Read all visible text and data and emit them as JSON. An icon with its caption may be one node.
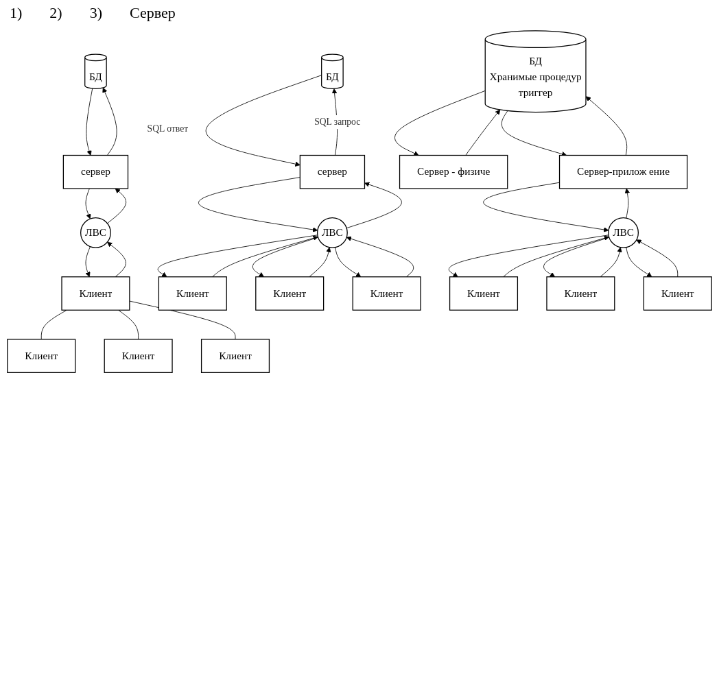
{
  "diagram": {
    "nodes": [
      {
        "text": [
          "БД"
        ]
      },
      {
        "text": [
          "сервер"
        ]
      },
      {
        "text": [
          "ЛВС"
        ]
      },
      {
        "text": [
          "Клиент"
        ]
      },
      {
        "text": [
          "Клиент"
        ]
      },
      {
        "text": [
          "Клиент"
        ]
      },
      {
        "text": [
          "Клиент"
        ]
      },
      {
        "text": [
          "БД"
        ]
      },
      {
        "text": [
          "сервер"
        ]
      },
      {
        "text": [
          "ЛВС"
        ]
      },
      {
        "text": [
          "Клиент"
        ]
      },
      {
        "text": [
          "Клиент"
        ]
      },
      {
        "text": [
          "Клиент"
        ]
      },
      {
        "text": [
          "БД",
          "Хранимые процедур",
          "триггер"
        ]
      },
      {
        "text": [
          "Сервер - физиче"
        ]
      },
      {
        "text": [
          "Сервер-прилож ение"
        ]
      },
      {
        "text": [
          "ЛВС"
        ]
      },
      {
        "text": [
          "Клиент"
        ]
      },
      {
        "text": [
          "Клиент"
        ]
      },
      {
        "text": [
          "Клиент"
        ]
      }
    ],
    "edges": [
      {
        "from": 0,
        "to": 1,
        "arrow": "to"
      },
      {
        "from": 1,
        "to": 0,
        "arrow": "to"
      },
      {
        "from": 1,
        "to": 2,
        "arrow": "to"
      },
      {
        "from": 2,
        "to": 1,
        "arrow": "to"
      },
      {
        "from": 3,
        "to": 2,
        "arrow": "to"
      },
      {
        "from": 2,
        "to": 3,
        "arrow": "to"
      },
      {
        "from": 3,
        "to": 4,
        "arrow": "none"
      },
      {
        "from": 3,
        "to": 5,
        "arrow": "none"
      },
      {
        "from": 3,
        "to": 6,
        "arrow": "none"
      },
      {
        "from": 8,
        "to": 7,
        "arrow": "to",
        "label": "SQL запрос"
      },
      {
        "from": 7,
        "to": 8,
        "arrow": "to",
        "label": "SQL ответ"
      },
      {
        "from": 8,
        "to": 9,
        "arrow": "to"
      },
      {
        "from": 9,
        "to": 8,
        "arrow": "to"
      },
      {
        "from": 10,
        "to": 9,
        "arrow": "to"
      },
      {
        "from": 9,
        "to": 10,
        "arrow": "to"
      },
      {
        "from": 11,
        "to": 9,
        "arrow": "to"
      },
      {
        "from": 9,
        "to": 11,
        "arrow": "to"
      },
      {
        "from": 12,
        "to": 9,
        "arrow": "to"
      },
      {
        "from": 9,
        "to": 12,
        "arrow": "to"
      },
      {
        "from": 13,
        "to": 14,
        "arrow": "to"
      },
      {
        "from": 14,
        "to": 13,
        "arrow": "to"
      },
      {
        "from": 15,
        "to": 13,
        "arrow": "to"
      },
      {
        "from": 13,
        "to": 15,
        "arrow": "to"
      },
      {
        "from": 15,
        "to": 16,
        "arrow": "to"
      },
      {
        "from": 16,
        "to": 15,
        "arrow": "to"
      },
      {
        "from": 17,
        "to": 16,
        "arrow": "to"
      },
      {
        "from": 16,
        "to": 17,
        "arrow": "to"
      },
      {
        "from": 18,
        "to": 16,
        "arrow": "to"
      },
      {
        "from": 16,
        "to": 18,
        "arrow": "to"
      },
      {
        "from": 19,
        "to": 16,
        "arrow": "to"
      },
      {
        "from": 16,
        "to": 19,
        "arrow": "to"
      }
    ],
    "labels": [
      "1)",
      "2)",
      "3)",
      "Сервер"
    ]
  }
}
